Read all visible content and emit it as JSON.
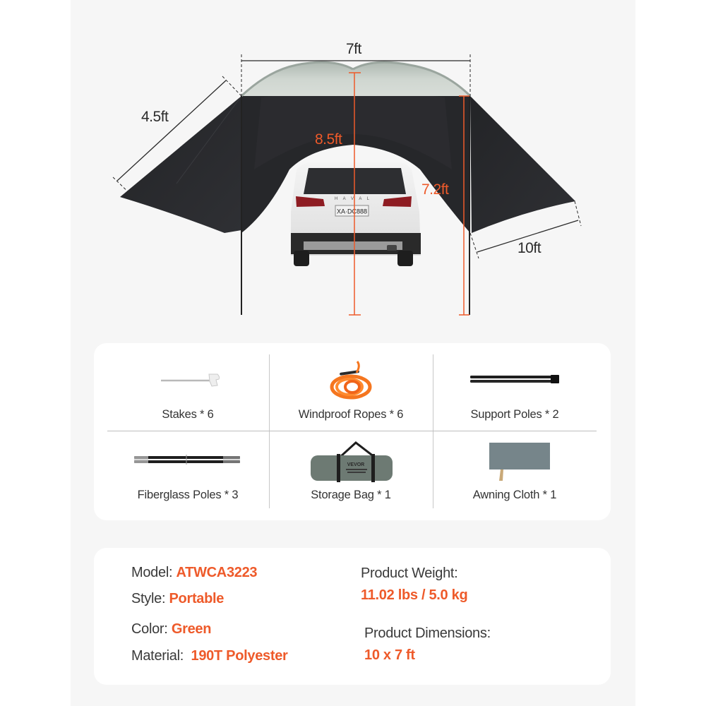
{
  "diagram": {
    "dimensions": {
      "width_top": "7ft",
      "side_wing_length": "4.5ft",
      "center_height": "8.5ft",
      "side_height": "7.2ft",
      "awning_length": "10ft"
    },
    "car_plate": "XA·DC888",
    "car_badge": "H A V A L"
  },
  "accessories": {
    "items": [
      {
        "label": "Stakes * 6",
        "icon": "stake-icon"
      },
      {
        "label": "Windproof Ropes * 6",
        "icon": "rope-icon"
      },
      {
        "label": "Support Poles * 2",
        "icon": "support-pole-icon"
      },
      {
        "label": "Fiberglass Poles * 3",
        "icon": "fiberglass-pole-icon"
      },
      {
        "label": "Storage Bag * 1",
        "icon": "storage-bag-icon",
        "brand": "VEVOR"
      },
      {
        "label": "Awning Cloth * 1",
        "icon": "awning-cloth-icon"
      }
    ]
  },
  "specs": {
    "model_label": "Model:",
    "model_value": "ATWCA3223",
    "style_label": "Style:",
    "style_value": "Portable",
    "color_label": "Color:",
    "color_value": "Green",
    "material_label": "Material:",
    "material_value": "190T Polyester",
    "weight_label": "Product Weight:",
    "weight_value": "11.02 lbs / 5.0 kg",
    "dimensions_label": "Product Dimensions:",
    "dimensions_value": "10 x 7 ft"
  },
  "colors": {
    "accent": "#ee5a2a",
    "panel_bg": "#f6f6f6",
    "card_bg": "#ffffff",
    "tent_dark": "#2a2b2e",
    "tent_roof": "#c9d0cb"
  }
}
